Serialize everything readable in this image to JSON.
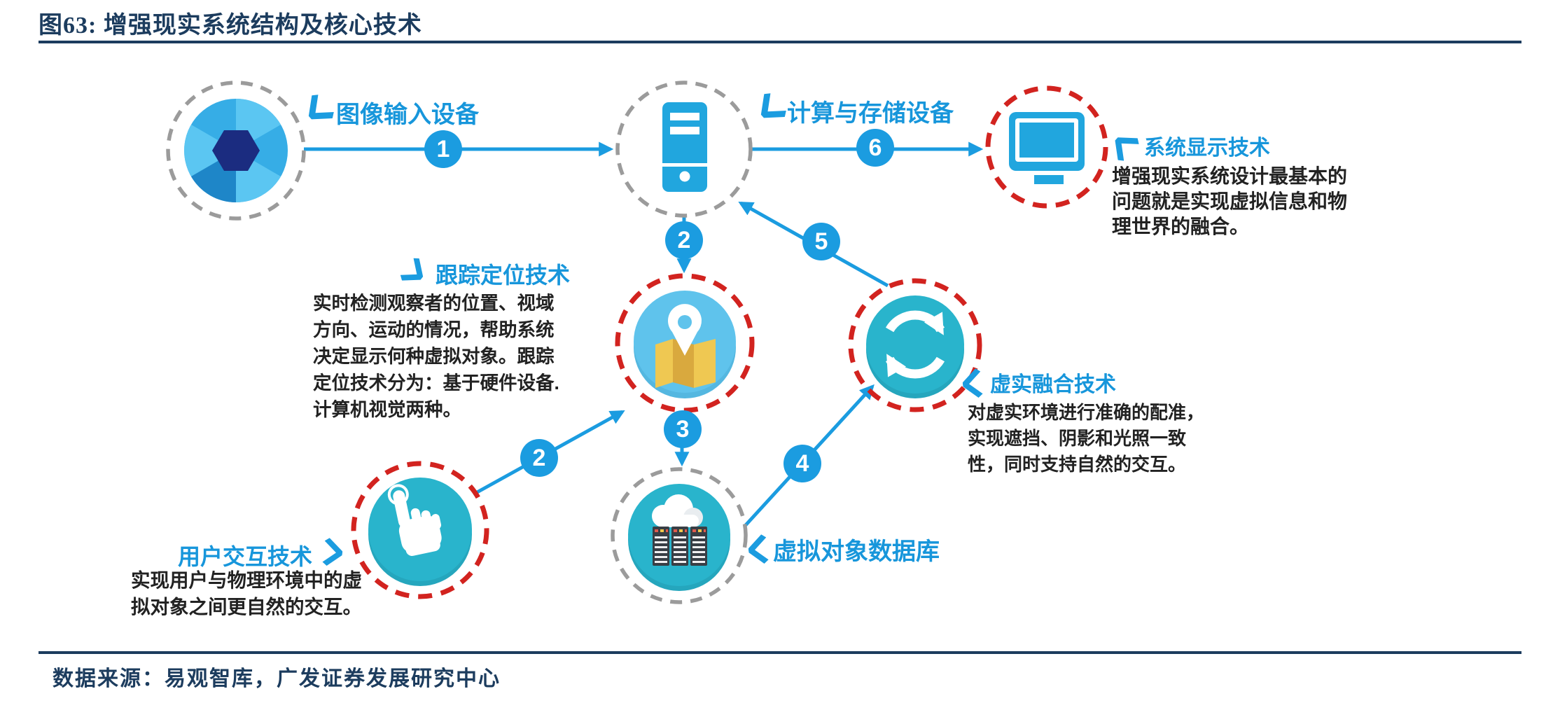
{
  "figure": {
    "title": "图63: 增强现实系统结构及核心技术",
    "source": "数据来源：易观智库，广发证券发展研究中心"
  },
  "colors": {
    "accent_blue": "#1b9ce0",
    "icon_blue": "#21a6de",
    "sky_blue": "#5fc3ec",
    "teal": "#29b4cc",
    "map_yellow": "#efc852",
    "red_dashed_ring": "#d2231f",
    "gray_dashed_ring": "#9b9b9b",
    "title_navy": "#1c3c5e",
    "body_text": "#222222"
  },
  "nodes": {
    "camera": {
      "label": "图像输入设备",
      "icon": "camera-aperture-icon"
    },
    "computer": {
      "label": "计算与存储设备",
      "icon": "computer-tower-icon"
    },
    "display": {
      "label": "系统显示技术",
      "icon": "monitor-icon",
      "desc_lines": [
        "增强现实系统设计最基本的",
        "问题就是实现虚拟信息和物",
        "理世界的融合。"
      ]
    },
    "tracking": {
      "label": "跟踪定位技术",
      "icon": "map-pin-icon",
      "desc_lines": [
        "实时检测观察者的位置、视域",
        "方向、运动的情况，帮助系统",
        "决定显示何种虚拟对象。跟踪",
        "定位技术分为：基于硬件设备.",
        "计算机视觉两种。"
      ]
    },
    "interaction": {
      "label": "用户交互技术",
      "icon": "touch-hand-icon",
      "desc_lines": [
        "实现用户与物理环境中的虚",
        "拟对象之间更自然的交互。"
      ]
    },
    "database": {
      "label": "虚拟对象数据库",
      "icon": "cloud-server-icon"
    },
    "fusion": {
      "label": "虚实融合技术",
      "icon": "sync-arrows-icon",
      "desc_lines": [
        "对虚实环境进行准确的配准，",
        "实现遮挡、阴影和光照一致",
        "性，同时支持自然的交互。"
      ]
    }
  },
  "flow_badges": {
    "step1": "1",
    "step2_top": "2",
    "step2_side": "2",
    "step3": "3",
    "step4": "4",
    "step5": "5",
    "step6": "6"
  }
}
